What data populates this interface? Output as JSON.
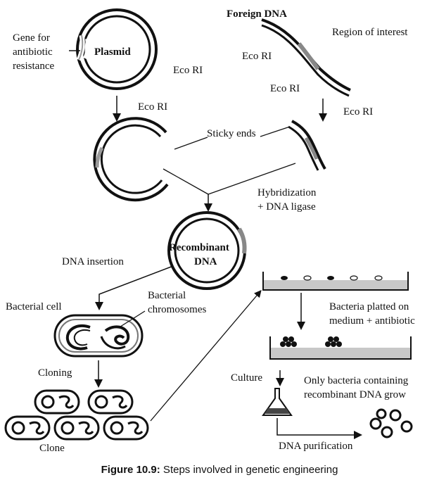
{
  "labels": {
    "foreign_dna": "Foreign DNA",
    "gene_line1": "Gene for",
    "gene_line2": "antibiotic",
    "gene_line3": "resistance",
    "plasmid": "Plasmid",
    "region_of_interest": "Region of interest",
    "eco_ri": "Eco RI",
    "sticky_ends": "Sticky ends",
    "hybridization": "Hybridization",
    "dna_ligase": "+ DNA ligase",
    "recombinant_line1": "Recombinant",
    "recombinant_line2": "DNA",
    "dna_insertion": "DNA insertion",
    "bacterial_cell": "Bacterial cell",
    "bacterial_chrom_line1": "Bacterial",
    "bacterial_chrom_line2": "chromosomes",
    "cloning": "Cloning",
    "clone": "Clone",
    "platted_line1": "Bacteria platted on",
    "platted_line2": "medium + antibiotic",
    "culture": "Culture",
    "only_line1": "Only bacteria containing",
    "only_line2": "recombinant DNA grow",
    "dna_purification": "DNA purification"
  },
  "caption": {
    "prefix": "Figure 10.9:",
    "text": " Steps involved in genetic engineering"
  }
}
